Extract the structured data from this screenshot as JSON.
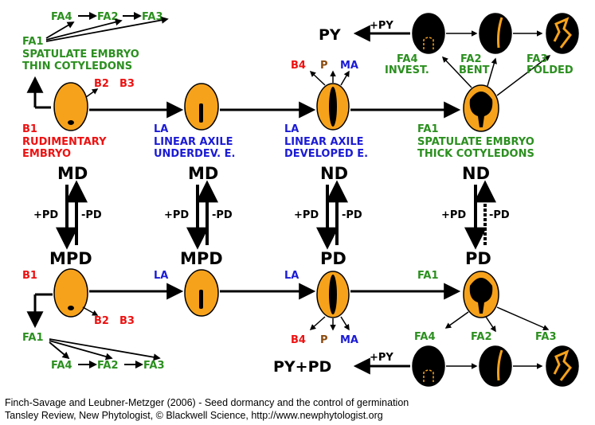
{
  "colors": {
    "red": "#ee1111",
    "green": "#2b8f1f",
    "blue": "#1b1bd6",
    "brown": "#8a4b0f",
    "orange": "#f7a21b",
    "black": "#000000"
  },
  "top": {
    "fa_chain": [
      "FA4",
      "FA2",
      "FA3"
    ],
    "fa1": "FA1",
    "fa1_line1": "SPATULATE EMBRYO",
    "fa1_line2": "THIN COTYLEDONS",
    "b2": "B2",
    "b3": "B3",
    "b1": "B1",
    "b1_line1": "RUDIMENTARY",
    "b1_line2": "EMBRYO",
    "la1": "LA",
    "la1_line1": "LINEAR AXILE",
    "la1_line2": "UNDERDEV. E.",
    "b4": "B4",
    "p": "P",
    "ma": "MA",
    "la2": "LA",
    "la2_line1": "LINEAR AXILE",
    "la2_line2": "DEVELOPED E.",
    "py": "PY",
    "plus_py": "+PY",
    "fa4": "FA4",
    "fa4_sub": "INVEST.",
    "fa2": "FA2",
    "fa2_sub": "BENT",
    "fa3": "FA3",
    "fa3_sub": "FOLDED",
    "fa1_right": "FA1",
    "fa1_right_line1": "SPATULATE EMBRYO",
    "fa1_right_line2": "THICK COTYLEDONS"
  },
  "middle": {
    "states_top": [
      "MD",
      "MD",
      "ND",
      "ND"
    ],
    "states_bottom": [
      "MPD",
      "MPD",
      "PD",
      "PD"
    ],
    "plus": "+PD",
    "minus": "-PD"
  },
  "bottom": {
    "b1": "B1",
    "la1": "LA",
    "la2": "LA",
    "fa1": "FA1",
    "b2": "B2",
    "b3": "B3",
    "fa1_left": "FA1",
    "fa_chain": [
      "FA4",
      "FA2",
      "FA3"
    ],
    "b4": "B4",
    "p": "P",
    "ma": "MA",
    "py_pd": "PY+PD",
    "plus_py": "+PY",
    "fa4": "FA4",
    "fa2": "FA2",
    "fa3": "FA3"
  },
  "footer": {
    "line1": "Finch-Savage and Leubner-Metzger (2006) - Seed dormancy and the control of germination",
    "line2": "Tansley Review, New Phytologist, © Blackwell Science, http://www.newphytologist.org"
  }
}
